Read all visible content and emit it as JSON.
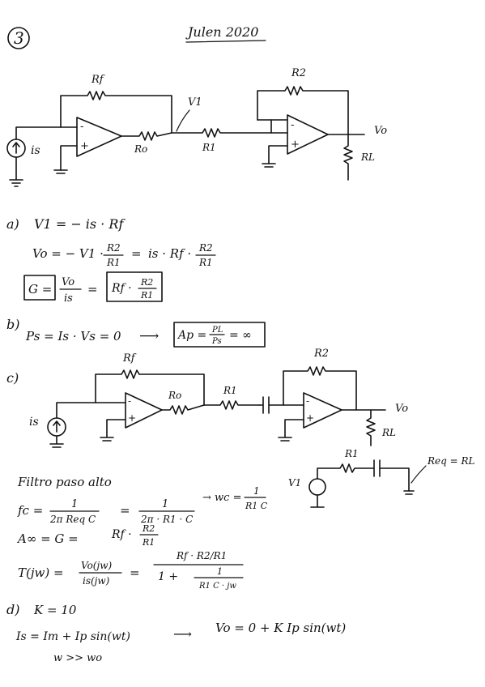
{
  "header": {
    "problem_number": "3",
    "title": "Julen 2020"
  },
  "circuit1": {
    "labels": {
      "rf": "Rf",
      "v1": "V1",
      "ro": "Ro",
      "r1": "R1",
      "r2": "R2",
      "vo": "Vo",
      "rl": "RL",
      "is": "is",
      "minus": "-",
      "plus": "+"
    }
  },
  "part_a": {
    "label": "a)",
    "line1": "V1 = − is · Rf",
    "line2_lhs": "Vo = − V1 ·",
    "line2_frac1_num": "R2",
    "line2_frac1_den": "R1",
    "line2_eq": "=",
    "line2_rhs": "is · Rf ·",
    "line2_frac2_num": "R2",
    "line2_frac2_den": "R1",
    "line3_G": "G =",
    "line3_frac_num": "Vo",
    "line3_frac_den": "is",
    "line3_eq": "=",
    "line3_rhs": "Rf ·",
    "line3_rhs_num": "R2",
    "line3_rhs_den": "R1"
  },
  "part_b": {
    "label": "b)",
    "line": "Ps = Is · Vs = 0",
    "arrow": "⟶",
    "box_lhs": "Ap =",
    "box_num": "PL",
    "box_den": "Ps",
    "box_rhs": "= ∞"
  },
  "part_c": {
    "label": "c)",
    "circuit_labels": {
      "rf": "Rf",
      "ro": "Ro",
      "r1": "R1",
      "r2": "R2",
      "vo": "Vo",
      "rl": "RL",
      "is": "is",
      "minus": "-",
      "plus": "+"
    },
    "side_labels": {
      "r1": "R1",
      "v1": "V1",
      "req": "Req = RL"
    },
    "heading": "Filtro paso alto",
    "fc_lhs": "fc =",
    "fc_num": "1",
    "fc_den": "2π Req C",
    "fc_eq": "=",
    "fc_num2": "1",
    "fc_den2": "2π · R1 · C",
    "wc_lhs": "→ wc =",
    "wc_num": "1",
    "wc_den": "R1 C",
    "ainf_lhs": "A∞ = G =",
    "ainf_rhs": "Rf ·",
    "ainf_num": "R2",
    "ainf_den": "R1",
    "t_lhs": "T(jw) =",
    "t_num": "Vo(jw)",
    "t_den": "is(jw)",
    "t_eq": "=",
    "t_big_num": "Rf · R2/R1",
    "t_big_den_a": "1 +",
    "t_big_den_num": "1",
    "t_big_den_den": "R1 C · jw"
  },
  "part_d": {
    "label": "d)",
    "k_line": "K = 10",
    "line": "Is = Im + Ip sin(wt)",
    "arrow": "⟶",
    "result": "Vo = 0 + K Ip sin(wt)",
    "cond": "w >> wo"
  }
}
